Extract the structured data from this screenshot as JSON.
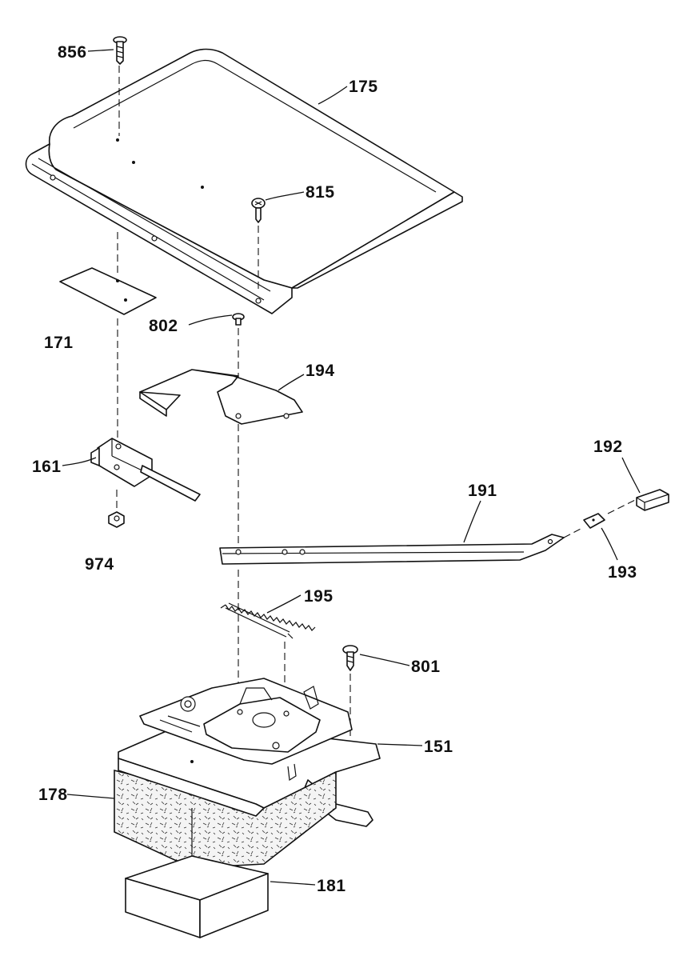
{
  "diagram": {
    "style": "exploded parts view, black line art on white",
    "colors": {
      "ink": "#111111",
      "background": "#ffffff",
      "foam": "#f4f4f4"
    },
    "labels": {
      "p856": "856",
      "p175": "175",
      "p815": "815",
      "p171": "171",
      "p802": "802",
      "p194": "194",
      "p161": "161",
      "p192": "192",
      "p191": "191",
      "p974": "974",
      "p193": "193",
      "p195": "195",
      "p801": "801",
      "p151": "151",
      "p178": "178",
      "p181": "181"
    }
  }
}
